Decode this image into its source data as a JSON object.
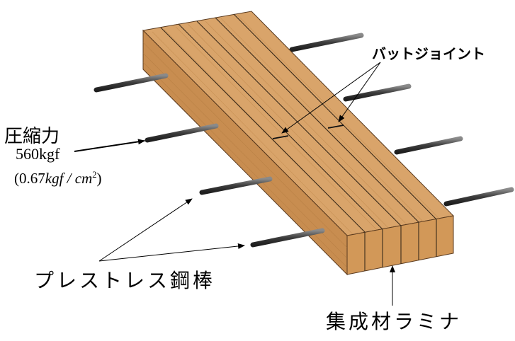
{
  "labels": {
    "butt_joint": "バットジョイント",
    "compression_force": "圧縮力",
    "force_value": "560kgf",
    "pressure_open": "(0.67",
    "pressure_unit_a": "kgf",
    "pressure_slash": " / ",
    "pressure_unit_b": "cm",
    "pressure_exp": "2",
    "pressure_close": ")",
    "prestress_rod": "プレストレス鋼棒",
    "glulam_lamina": "集成材ラミナ"
  },
  "colors": {
    "wood_top": "#d8a266",
    "wood_side": "#c48a4e",
    "wood_front": "#cf9559",
    "rod": "#4a4a4a",
    "edge": "#3a2a1a"
  }
}
